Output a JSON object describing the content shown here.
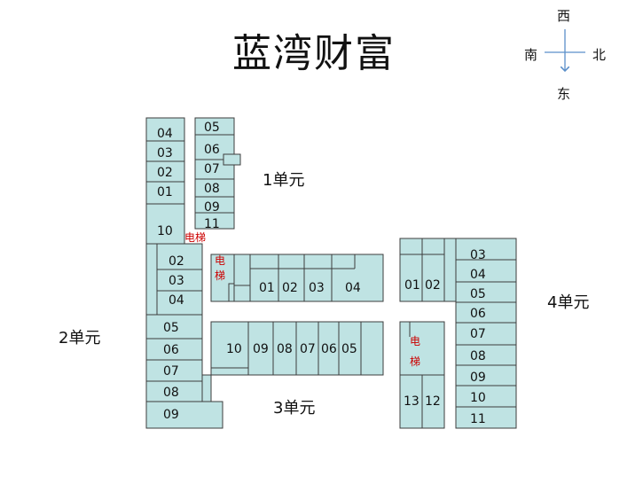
{
  "title": "蓝湾财富",
  "compass": {
    "top": "西",
    "left": "南",
    "right": "北",
    "bottom": "东"
  },
  "units": {
    "u1": "1单元",
    "u2": "2单元",
    "u3": "3单元",
    "u4": "4单元"
  },
  "elevator": {
    "e1": "电梯",
    "e2a": "电",
    "e2b": "梯",
    "e3a": "电",
    "e3b": "梯"
  },
  "rooms": {
    "col1": [
      "04",
      "03",
      "02",
      "01",
      "10"
    ],
    "col2": [
      "05",
      "06",
      "07",
      "08",
      "09",
      "11"
    ],
    "u2a": [
      "02",
      "03",
      "04"
    ],
    "u2b": [
      "05",
      "06",
      "07",
      "08",
      "09"
    ],
    "u1row": [
      "01",
      "02",
      "03",
      "04"
    ],
    "u4mid": [
      "01",
      "02"
    ],
    "u3row": [
      "10",
      "09",
      "08",
      "07",
      "06",
      "05"
    ],
    "u3b": [
      "13",
      "12"
    ],
    "u4": [
      "03",
      "04",
      "05",
      "06",
      "07",
      "08",
      "09",
      "10",
      "11"
    ]
  }
}
